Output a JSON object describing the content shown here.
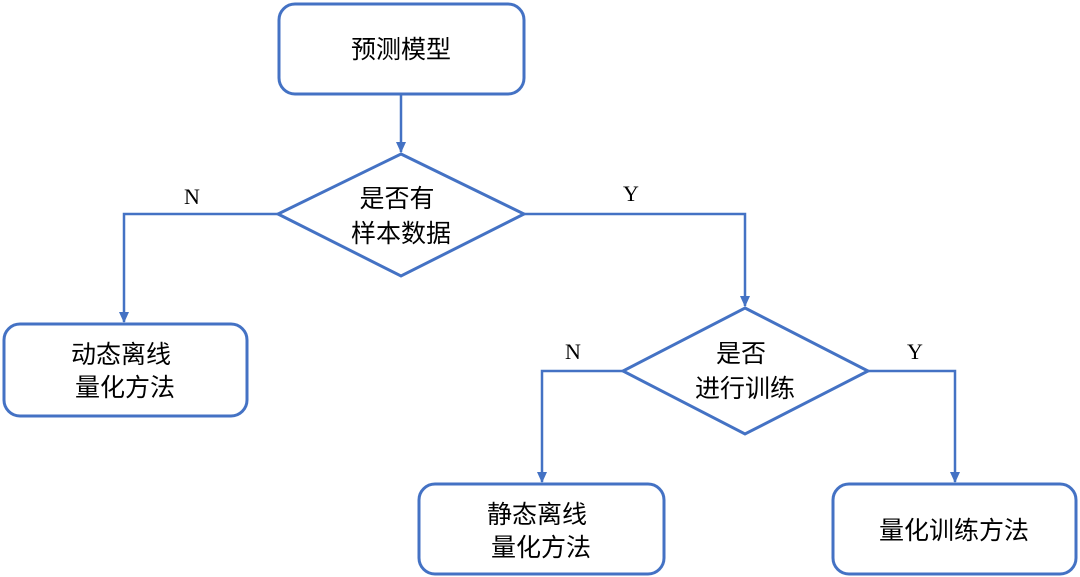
{
  "nodes": {
    "predict_model": {
      "lines": [
        "预测模型"
      ]
    },
    "has_samples": {
      "lines": [
        "是否有",
        "样本数据"
      ]
    },
    "dynamic_offline": {
      "lines": [
        "动态离线",
        "量化方法"
      ]
    },
    "train_decision": {
      "lines": [
        "是否",
        "进行训练"
      ]
    },
    "static_offline": {
      "lines": [
        "静态离线",
        "量化方法"
      ]
    },
    "quant_training": {
      "lines": [
        "量化训练方法"
      ]
    }
  },
  "edges": {
    "samples_no": "N",
    "samples_yes": "Y",
    "train_no": "N",
    "train_yes": "Y"
  },
  "colors": {
    "stroke": "#4472c4",
    "text": "#000000",
    "fill": "#ffffff"
  }
}
